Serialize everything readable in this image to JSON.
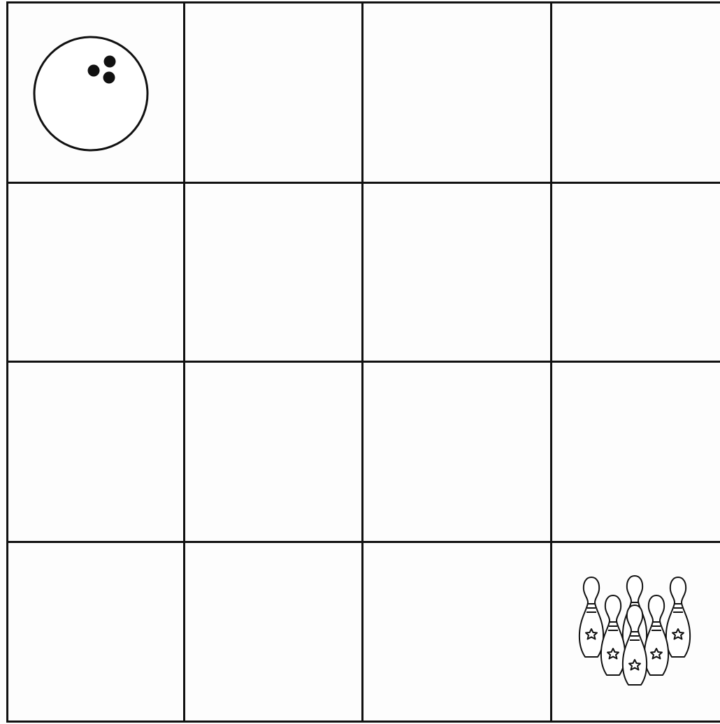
{
  "board": {
    "rows": 4,
    "cols": 4,
    "line_color": "#111111",
    "background": "#fdfdfd"
  },
  "pieces": [
    {
      "name": "bowling-ball-icon",
      "row": 0,
      "col": 0,
      "kind": "bowling-ball"
    },
    {
      "name": "bowling-pins-icon",
      "row": 3,
      "col": 3,
      "kind": "bowling-pins",
      "pin_count": 6
    }
  ]
}
